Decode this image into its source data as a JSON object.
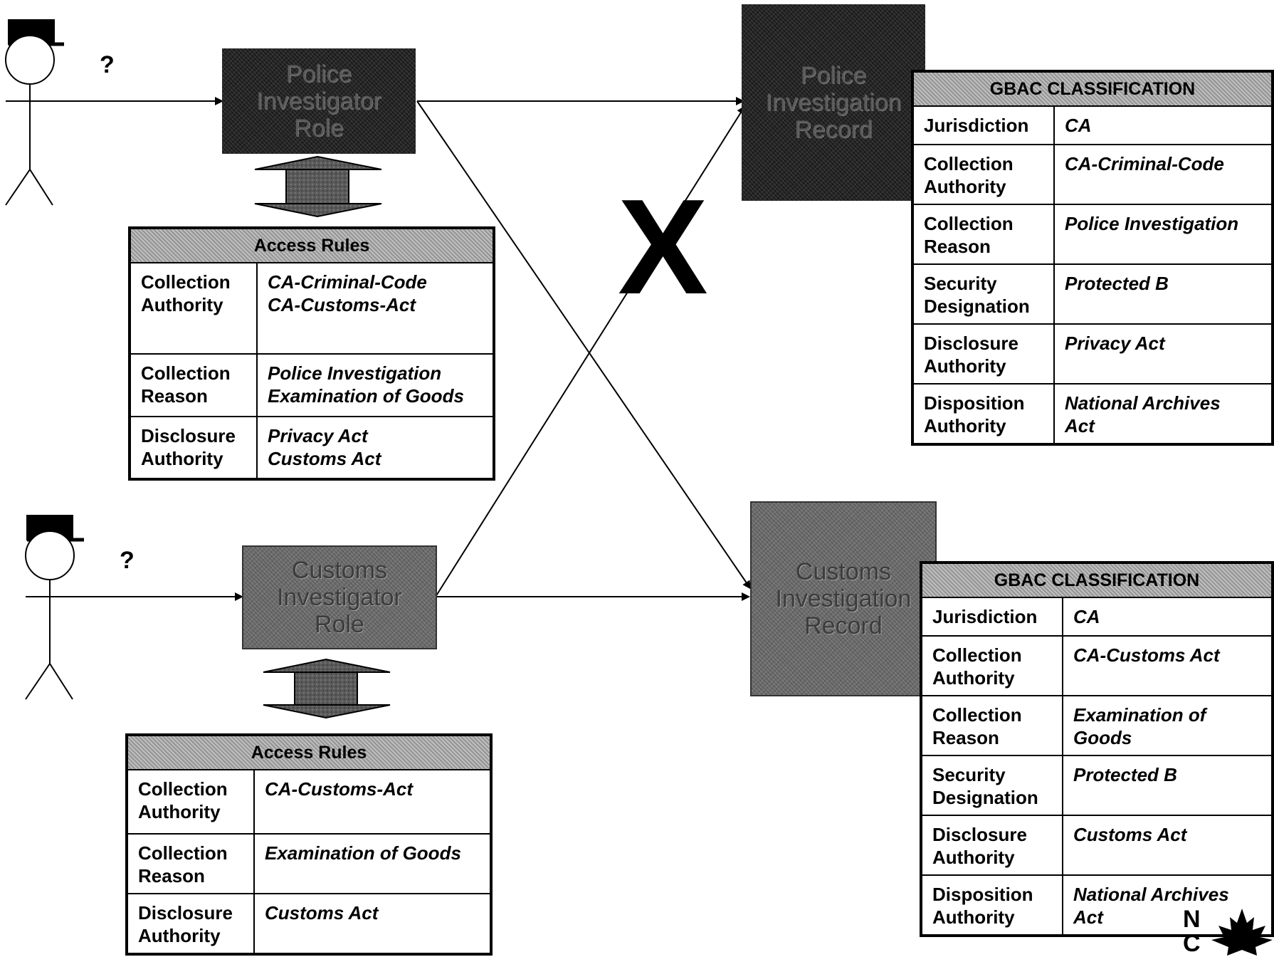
{
  "roles": {
    "police": {
      "label_lines": [
        "Police",
        "Investigator",
        "Role"
      ]
    },
    "customs": {
      "label_lines": [
        "Customs",
        "Investigator",
        "Role"
      ]
    }
  },
  "records": {
    "police": {
      "label_lines": [
        "Police",
        "Investigation",
        "Record"
      ]
    },
    "customs": {
      "label_lines": [
        "Customs",
        "Investigation",
        "Record"
      ]
    }
  },
  "question_mark": "?",
  "blocked_mark": "X",
  "access_rules": {
    "police": {
      "title": "Access Rules",
      "rows": [
        {
          "key_lines": [
            "Collection",
            "Authority"
          ],
          "value_lines": [
            "CA-Criminal-Code",
            "CA-Customs-Act"
          ]
        },
        {
          "key_lines": [
            "Collection",
            "Reason"
          ],
          "value_lines": [
            "Police Investigation",
            "Examination of Goods"
          ]
        },
        {
          "key_lines": [
            "Disclosure",
            "Authority"
          ],
          "value_lines": [
            "Privacy Act",
            "Customs Act"
          ]
        }
      ]
    },
    "customs": {
      "title": "Access Rules",
      "rows": [
        {
          "key_lines": [
            "Collection",
            "Authority"
          ],
          "value_lines": [
            "CA-Customs-Act"
          ]
        },
        {
          "key_lines": [
            "Collection",
            "Reason"
          ],
          "value_lines": [
            "Examination of Goods"
          ]
        },
        {
          "key_lines": [
            "Disclosure",
            "Authority"
          ],
          "value_lines": [
            "Customs Act"
          ]
        }
      ]
    }
  },
  "gbac": {
    "police": {
      "title": "GBAC CLASSIFICATION",
      "rows": [
        {
          "key_lines": [
            "Jurisdiction"
          ],
          "value_lines": [
            "CA"
          ]
        },
        {
          "key_lines": [
            "Collection",
            "Authority"
          ],
          "value_lines": [
            "CA-Criminal-Code"
          ]
        },
        {
          "key_lines": [
            "Collection",
            "Reason"
          ],
          "value_lines": [
            "Police Investigation"
          ]
        },
        {
          "key_lines": [
            "Security",
            "Designation"
          ],
          "value_lines": [
            "Protected B"
          ]
        },
        {
          "key_lines": [
            "Disclosure",
            "Authority"
          ],
          "value_lines": [
            "Privacy Act"
          ]
        },
        {
          "key_lines": [
            "Disposition",
            "Authority"
          ],
          "value_lines": [
            "National Archives",
            "Act"
          ]
        }
      ]
    },
    "customs": {
      "title": "GBAC CLASSIFICATION",
      "rows": [
        {
          "key_lines": [
            "Jurisdiction"
          ],
          "value_lines": [
            "CA"
          ]
        },
        {
          "key_lines": [
            "Collection",
            "Authority"
          ],
          "value_lines": [
            "CA-Customs Act"
          ]
        },
        {
          "key_lines": [
            "Collection",
            "Reason"
          ],
          "value_lines": [
            "Examination of",
            "Goods"
          ]
        },
        {
          "key_lines": [
            "Security",
            "Designation"
          ],
          "value_lines": [
            "Protected B"
          ]
        },
        {
          "key_lines": [
            "Disclosure",
            "Authority"
          ],
          "value_lines": [
            "Customs Act"
          ]
        },
        {
          "key_lines": [
            "Disposition",
            "Authority"
          ],
          "value_lines": [
            "National Archives",
            "Act"
          ]
        }
      ]
    }
  },
  "logo_lines": [
    "N",
    "C"
  ]
}
